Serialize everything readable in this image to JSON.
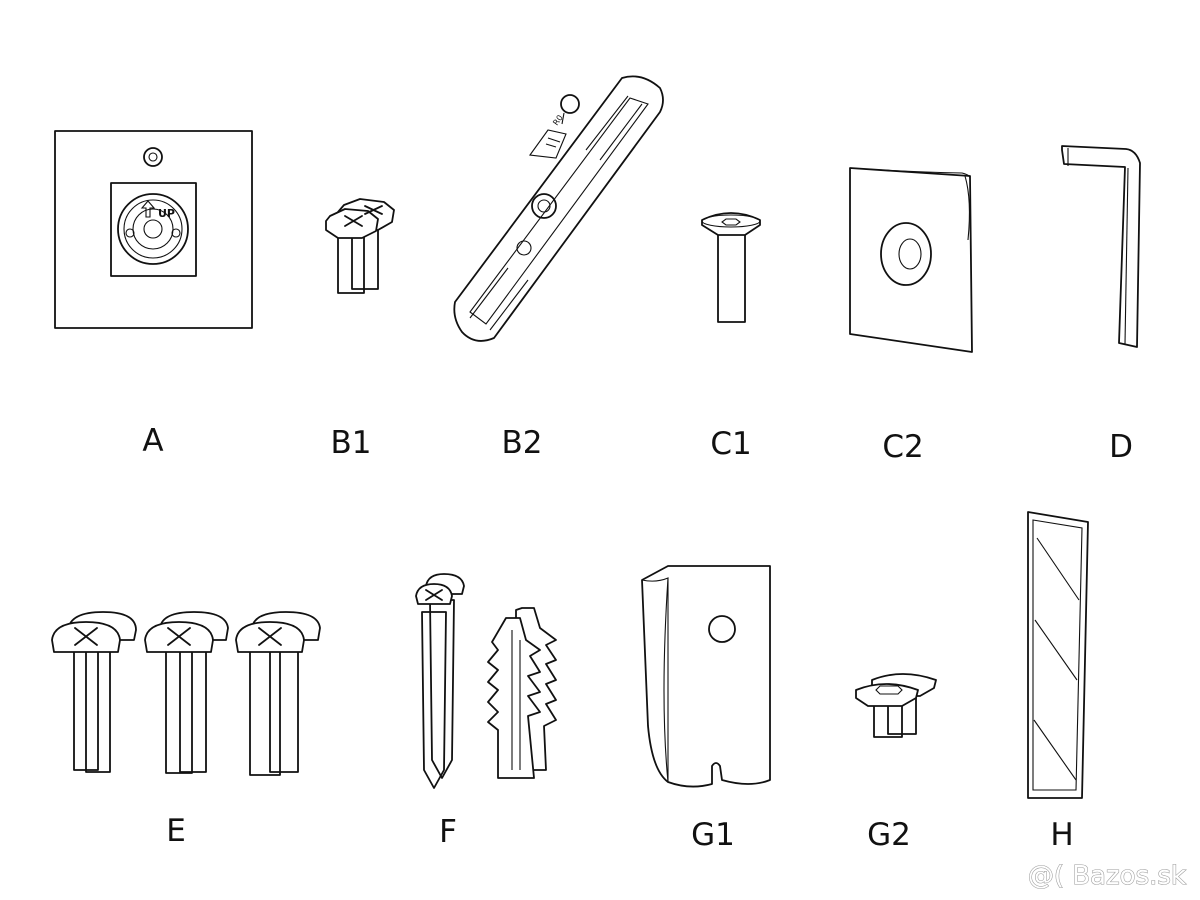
{
  "parts": [
    {
      "id": "A",
      "label": "A"
    },
    {
      "id": "B1",
      "label": "B1"
    },
    {
      "id": "B2",
      "label": "B2"
    },
    {
      "id": "C1",
      "label": "C1"
    },
    {
      "id": "C2",
      "label": "C2"
    },
    {
      "id": "D",
      "label": "D"
    },
    {
      "id": "E",
      "label": "E"
    },
    {
      "id": "F",
      "label": "F"
    },
    {
      "id": "G1",
      "label": "G1"
    },
    {
      "id": "G2",
      "label": "G2"
    },
    {
      "id": "H",
      "label": "H"
    }
  ],
  "plate_marking": "UP",
  "watermark": "@( Bazos.sk"
}
